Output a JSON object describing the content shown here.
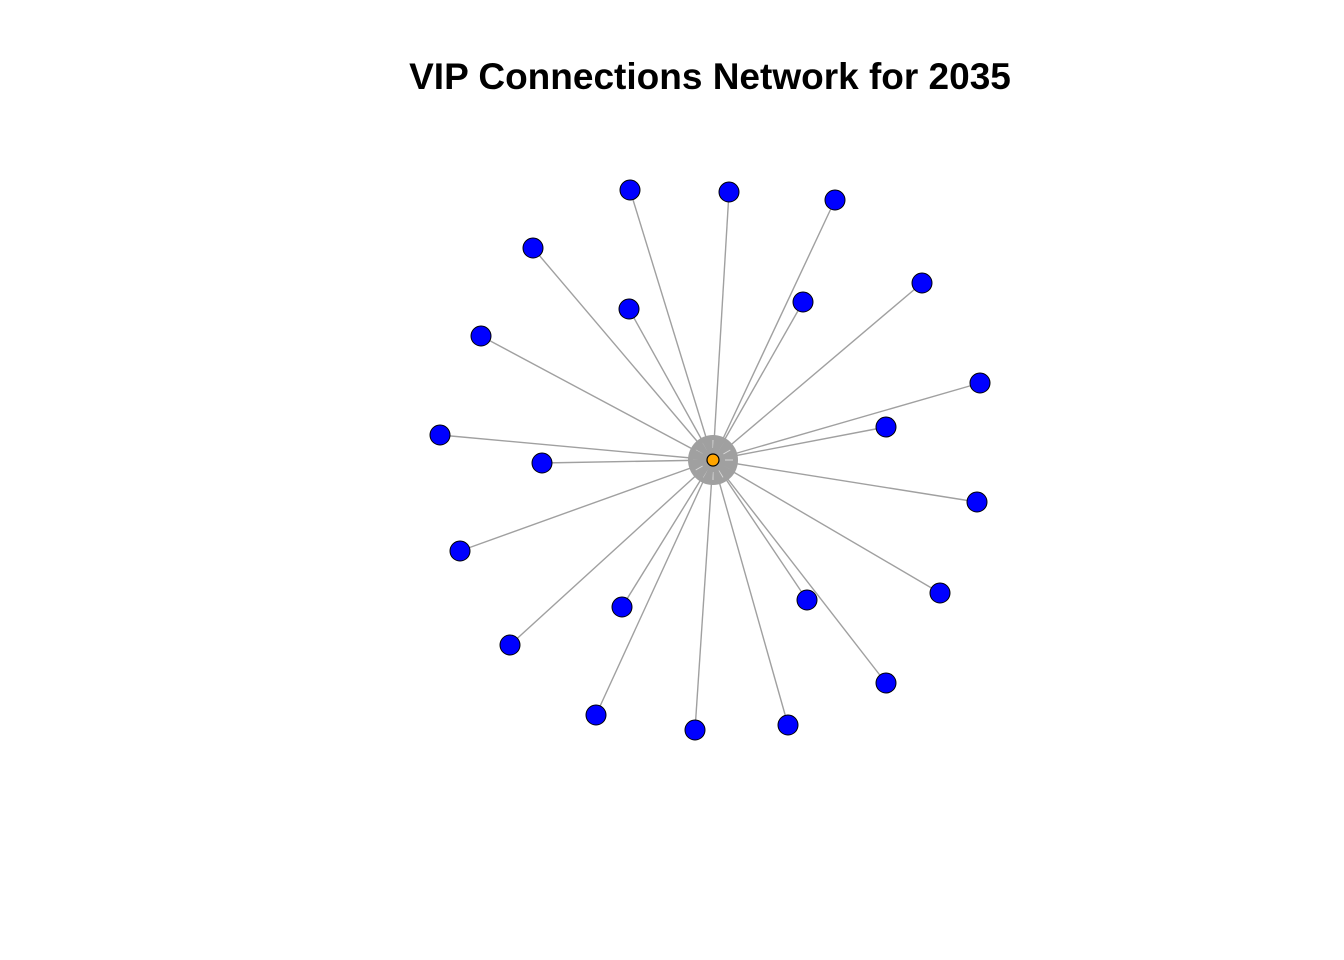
{
  "title": "VIP Connections Network for 2035",
  "colors": {
    "edge": "#a0a0a0",
    "leaf_fill": "#0000ff",
    "hub_fill": "#ffa500",
    "node_stroke": "#000000",
    "hub_halo": "#a0a0a0"
  },
  "network": {
    "hub": {
      "id": "hub"
    },
    "leaves": [
      {
        "id": "n01"
      },
      {
        "id": "n02"
      },
      {
        "id": "n03"
      },
      {
        "id": "n04"
      },
      {
        "id": "n05"
      },
      {
        "id": "n06"
      },
      {
        "id": "n07"
      },
      {
        "id": "n08"
      },
      {
        "id": "n09"
      },
      {
        "id": "n10"
      },
      {
        "id": "n11"
      },
      {
        "id": "n12"
      },
      {
        "id": "n13"
      },
      {
        "id": "n14"
      },
      {
        "id": "n15"
      },
      {
        "id": "n16"
      },
      {
        "id": "n17"
      },
      {
        "id": "n18"
      },
      {
        "id": "n19"
      },
      {
        "id": "n20"
      },
      {
        "id": "n21"
      },
      {
        "id": "n22"
      },
      {
        "id": "n23"
      },
      {
        "id": "n24"
      }
    ],
    "edges": [
      [
        "hub",
        "n01"
      ],
      [
        "hub",
        "n02"
      ],
      [
        "hub",
        "n03"
      ],
      [
        "hub",
        "n04"
      ],
      [
        "hub",
        "n05"
      ],
      [
        "hub",
        "n06"
      ],
      [
        "hub",
        "n07"
      ],
      [
        "hub",
        "n08"
      ],
      [
        "hub",
        "n09"
      ],
      [
        "hub",
        "n10"
      ],
      [
        "hub",
        "n11"
      ],
      [
        "hub",
        "n12"
      ],
      [
        "hub",
        "n13"
      ],
      [
        "hub",
        "n14"
      ],
      [
        "hub",
        "n15"
      ],
      [
        "hub",
        "n16"
      ],
      [
        "hub",
        "n17"
      ],
      [
        "hub",
        "n18"
      ],
      [
        "hub",
        "n19"
      ],
      [
        "hub",
        "n20"
      ],
      [
        "hub",
        "n21"
      ],
      [
        "hub",
        "n22"
      ],
      [
        "hub",
        "n23"
      ],
      [
        "hub",
        "n24"
      ]
    ]
  }
}
